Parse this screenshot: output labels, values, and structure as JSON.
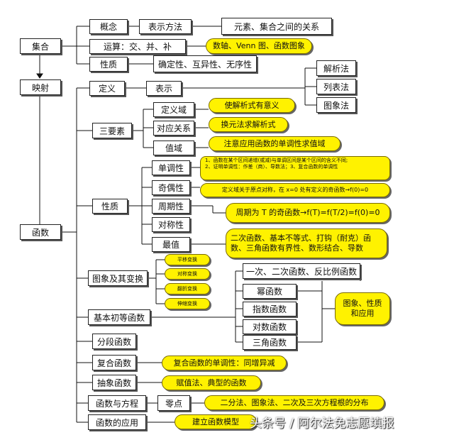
{
  "nodes": {
    "jihe": "集合",
    "yingshe": "映射",
    "hanshu": "函数",
    "gainian": "概念",
    "biaoshifangfa": "表示方法",
    "yuansu_guanxi": "元素、集合之间的关系",
    "yunsuan": "运算：交、并、补",
    "shuzhou": "数轴、Venn 图、函数图象",
    "xingzhi_set": "性质",
    "quedingxing": "确定性、互异性、无序性",
    "dingyi": "定义",
    "biaoshi": "表示",
    "jiexifa": "解析法",
    "liebiaofa": "列表法",
    "tuxiangfa": "图象法",
    "sanyaosu": "三要素",
    "dingyiyu": "定义域",
    "dingyiyu_note": "使解析式有意义",
    "duiyingguanxi": "对应关系",
    "duiying_note": "换元法求解析式",
    "zhiyu": "值域",
    "zhiyu_note": "注意应用函数的单调性求值域",
    "xingzhi_fn": "性质",
    "dandiaoxing": "单调性",
    "dandiao_note_1": "1、函数在某个区间递增(或减)与单调区间是某个区间的含义不同;",
    "dandiao_note_2": "2、证明单调性：作差（商）、导数法；3、复合函数的单调性",
    "jioxing": "奇偶性",
    "jiou_note": "定义域关于原点对称，在 x=0 处有定义的奇函数→f(0)=0",
    "zhouqixing": "周期性",
    "zhouqi_note": "周期为 T 的奇函数→f(T)=f(T/2)=f(0)=0",
    "duichenxing": "对称性",
    "zuizhi": "最值",
    "zuizhi_note": "二次函数、基本不等式、打钩（耐克）函数、三角函数有界性、数形结合、导数",
    "tuxiang_bianhuan": "图象及其变换",
    "pingyi": "平移变换",
    "duichen_bh": "对称变换",
    "fanzhe": "翻折变换",
    "shensuo": "伸缩变换",
    "jiben_chudeng": "基本初等函数",
    "yici": "一次、二次函数、反比例函数",
    "mihanshu": "幂函数",
    "zhishu": "指数函数",
    "duishu": "对数函数",
    "sanjiao": "三角函数",
    "tuxiang_xingzhi": "图象、性质和应用",
    "fenduan": "分段函数",
    "fuhe": "复合函数",
    "fuhe_note": "复合函数的单调性：同增异减",
    "chouxiang": "抽象函数",
    "chouxiang_note": "赋值法、典型的函数",
    "fangcheng": "函数与方程",
    "lingdian": "零点",
    "lingdian_note": "二分法、图象法、二次及三次方程根的分布",
    "yingyong": "函数的应用",
    "yingyong_note": "建立函数模型"
  },
  "watermark": "头条号 / 阿尔法免志愿填报",
  "colors": {
    "highlight": "#fff200",
    "line": "#111111",
    "shadow": "#555555"
  }
}
